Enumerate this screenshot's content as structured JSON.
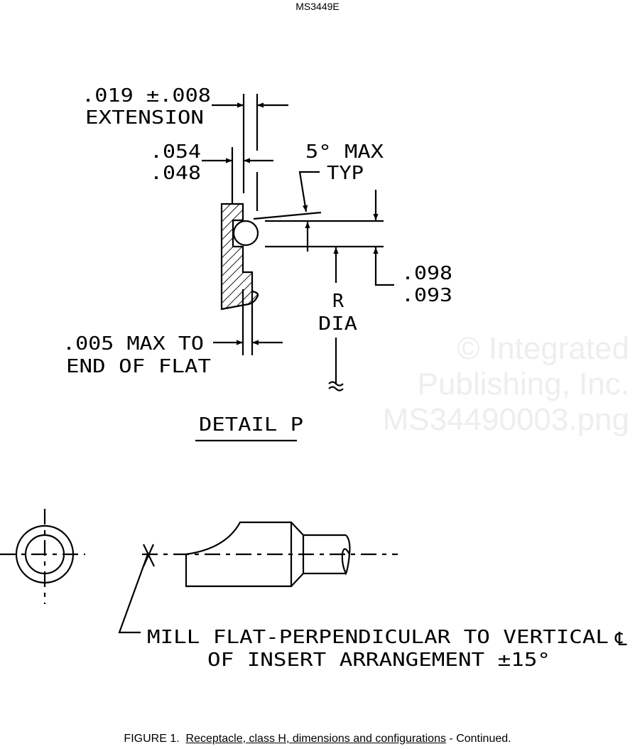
{
  "header": {
    "doc_number": "MS3449E"
  },
  "watermark": {
    "line1": "© Integrated",
    "line2": "Publishing, Inc.",
    "line3": "MS34490003.png"
  },
  "detail_p": {
    "extension_value": ".019 ±.008",
    "extension_label": "EXTENSION",
    "thickness_max": ".054",
    "thickness_min": ".048",
    "angle_value": "5° MAX",
    "angle_typ": "TYP",
    "dia_max": ".098",
    "dia_min": ".093",
    "r_label": "R",
    "dia_label": "DIA",
    "flat_line1": ".005 MAX TO",
    "flat_line2": "END OF FLAT",
    "title": "DETAIL P"
  },
  "contact_view": {
    "note_line1": "MILL FLAT-PERPENDICULAR TO VERTICAL",
    "centerline_symbol": "℄",
    "note_line2": "OF INSERT ARRANGEMENT ±15°"
  },
  "caption": {
    "prefix": "FIGURE 1.",
    "title": "Receptacle, class H, dimensions and configurations",
    "suffix": " - Continued."
  }
}
